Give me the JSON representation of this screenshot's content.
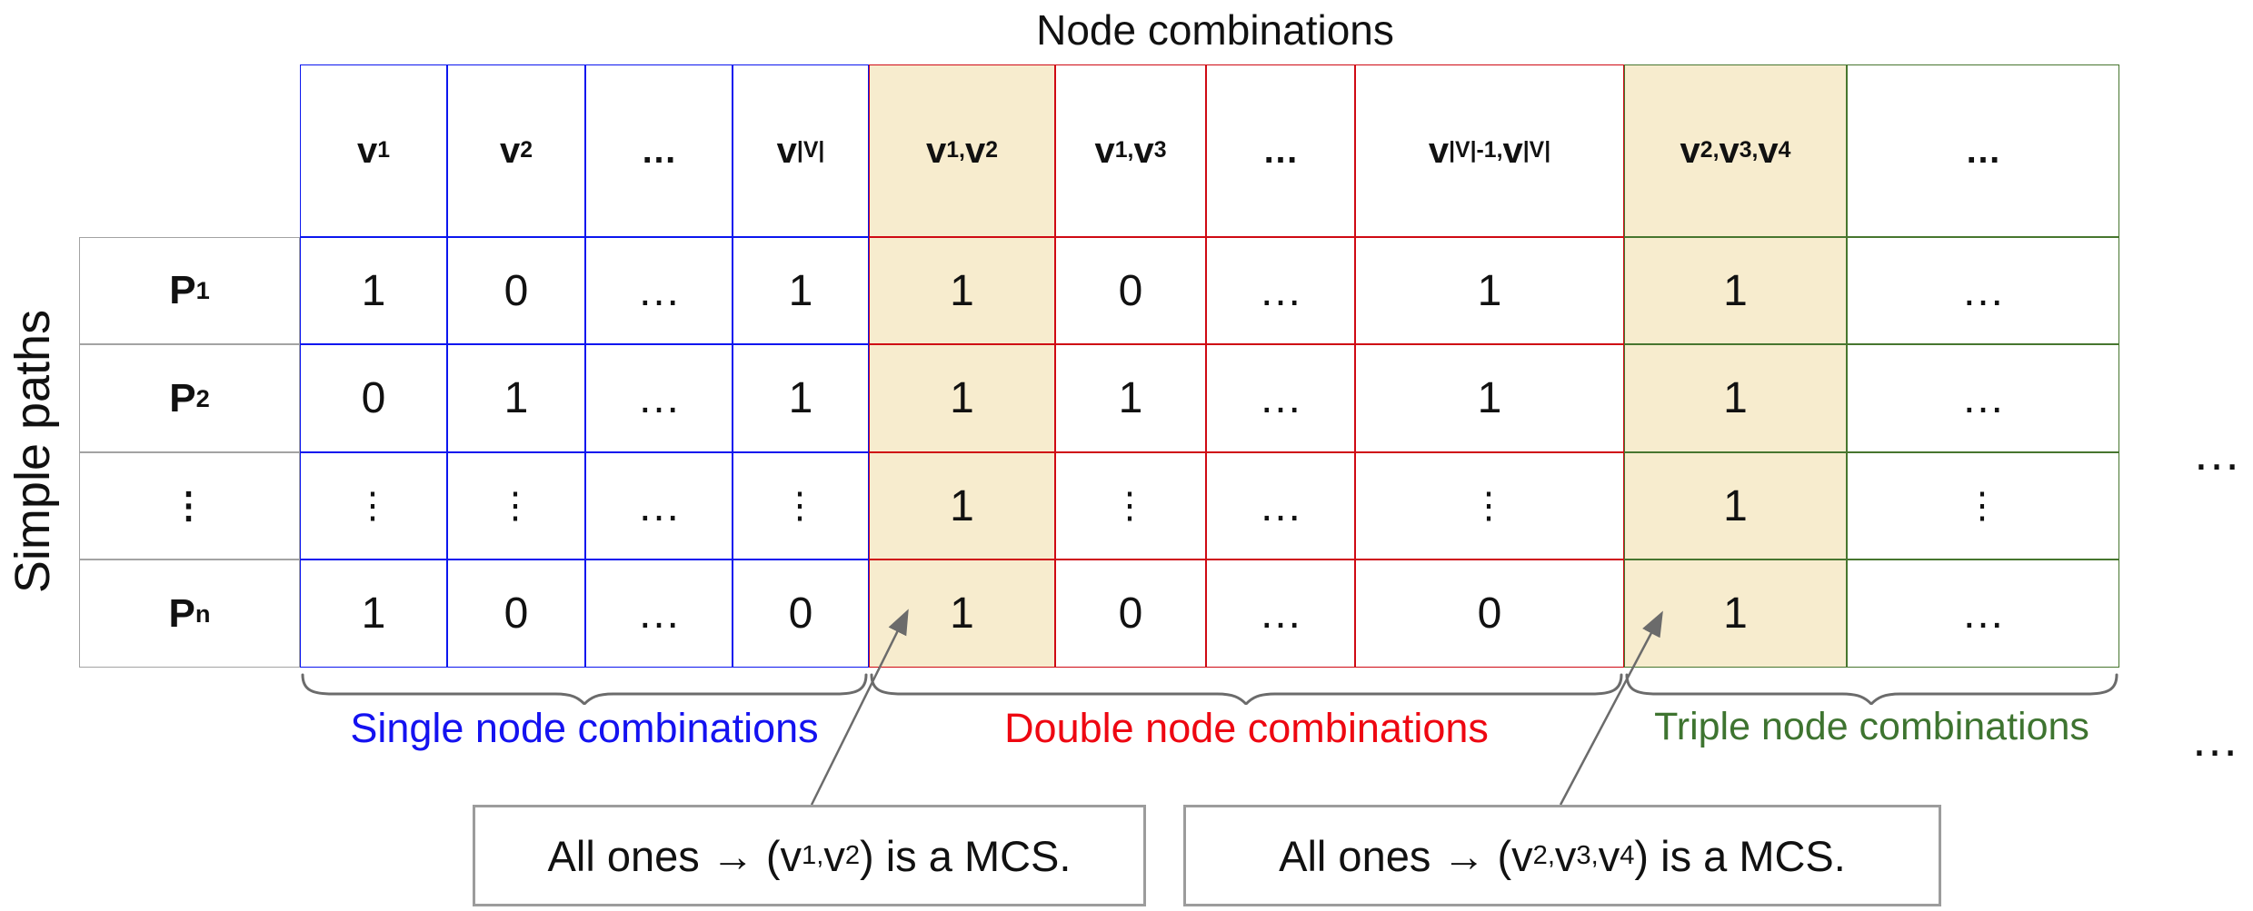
{
  "title": "Node combinations",
  "row_axis_label": "Simple paths",
  "colors": {
    "blue_border": "#0b16ef",
    "blue_text": "#1412f0",
    "red_border": "#cf0a14",
    "red_text": "#ee0711",
    "green_border": "#47762f",
    "green_text": "#3e7430",
    "highlight_fill": "#f7ecce",
    "label_column_border": "#a3a3a3",
    "annotation_gray": "#6b6b6b",
    "callout_border": "#9c9c9c"
  },
  "headers": {
    "v1": {
      "base": "v",
      "sub": "1"
    },
    "v2": {
      "base": "v",
      "sub": "2"
    },
    "ellipsis_single": "…",
    "vV": {
      "base": "v",
      "sub": "|V|"
    },
    "v1v2": {
      "base1": "v",
      "sub1": "1,",
      "base2": "v",
      "sub2": "2"
    },
    "v1v3": {
      "base1": "v",
      "sub1": "1,",
      "base2": "v",
      "sub2": "3"
    },
    "ellipsis_double": "…",
    "vV1vV": {
      "base1": "v",
      "sub1": "|V|-1,",
      "sep": " ",
      "base2": "v",
      "sub2": "|V|"
    },
    "v2v3v4": {
      "base1": "v",
      "sub1": "2,",
      "base2": "v",
      "sub2": "3,",
      "base3": "v",
      "sub3": "4"
    },
    "ellipsis_triple": "…"
  },
  "row_labels": {
    "p1": {
      "base": "P",
      "sub": "1"
    },
    "p2": {
      "base": "P",
      "sub": "2"
    },
    "ellipsis": "⋮",
    "pn": {
      "base": "P",
      "sub": "n"
    }
  },
  "matrix": {
    "rows": [
      [
        "1",
        "0",
        "…",
        "1",
        "1",
        "0",
        "…",
        "1",
        "1",
        "…"
      ],
      [
        "0",
        "1",
        "…",
        "1",
        "1",
        "1",
        "…",
        "1",
        "1",
        "…"
      ],
      [
        "⋮",
        "⋮",
        "…",
        "⋮",
        "1",
        "⋮",
        "…",
        "⋮",
        "1",
        "⋮"
      ],
      [
        "1",
        "0",
        "…",
        "0",
        "1",
        "0",
        "…",
        "0",
        "1",
        "…"
      ]
    ]
  },
  "groups": {
    "single": {
      "label": "Single node combinations"
    },
    "double": {
      "label": "Double node combinations"
    },
    "triple": {
      "label": "Triple node combinations"
    }
  },
  "ellipsis_right": {
    "table": "…",
    "labels": "…"
  },
  "callouts": {
    "box1": {
      "p1": "All ones → (v",
      "s1": "1,",
      "p2": "v",
      "s2": "2",
      "p3": ") is a MCS."
    },
    "box2": {
      "p1": "All ones → (v",
      "s1": "2,",
      "p2": "v",
      "s2": "3,",
      "p3": "v",
      "s3": "4",
      "p4": ") is a MCS."
    }
  }
}
